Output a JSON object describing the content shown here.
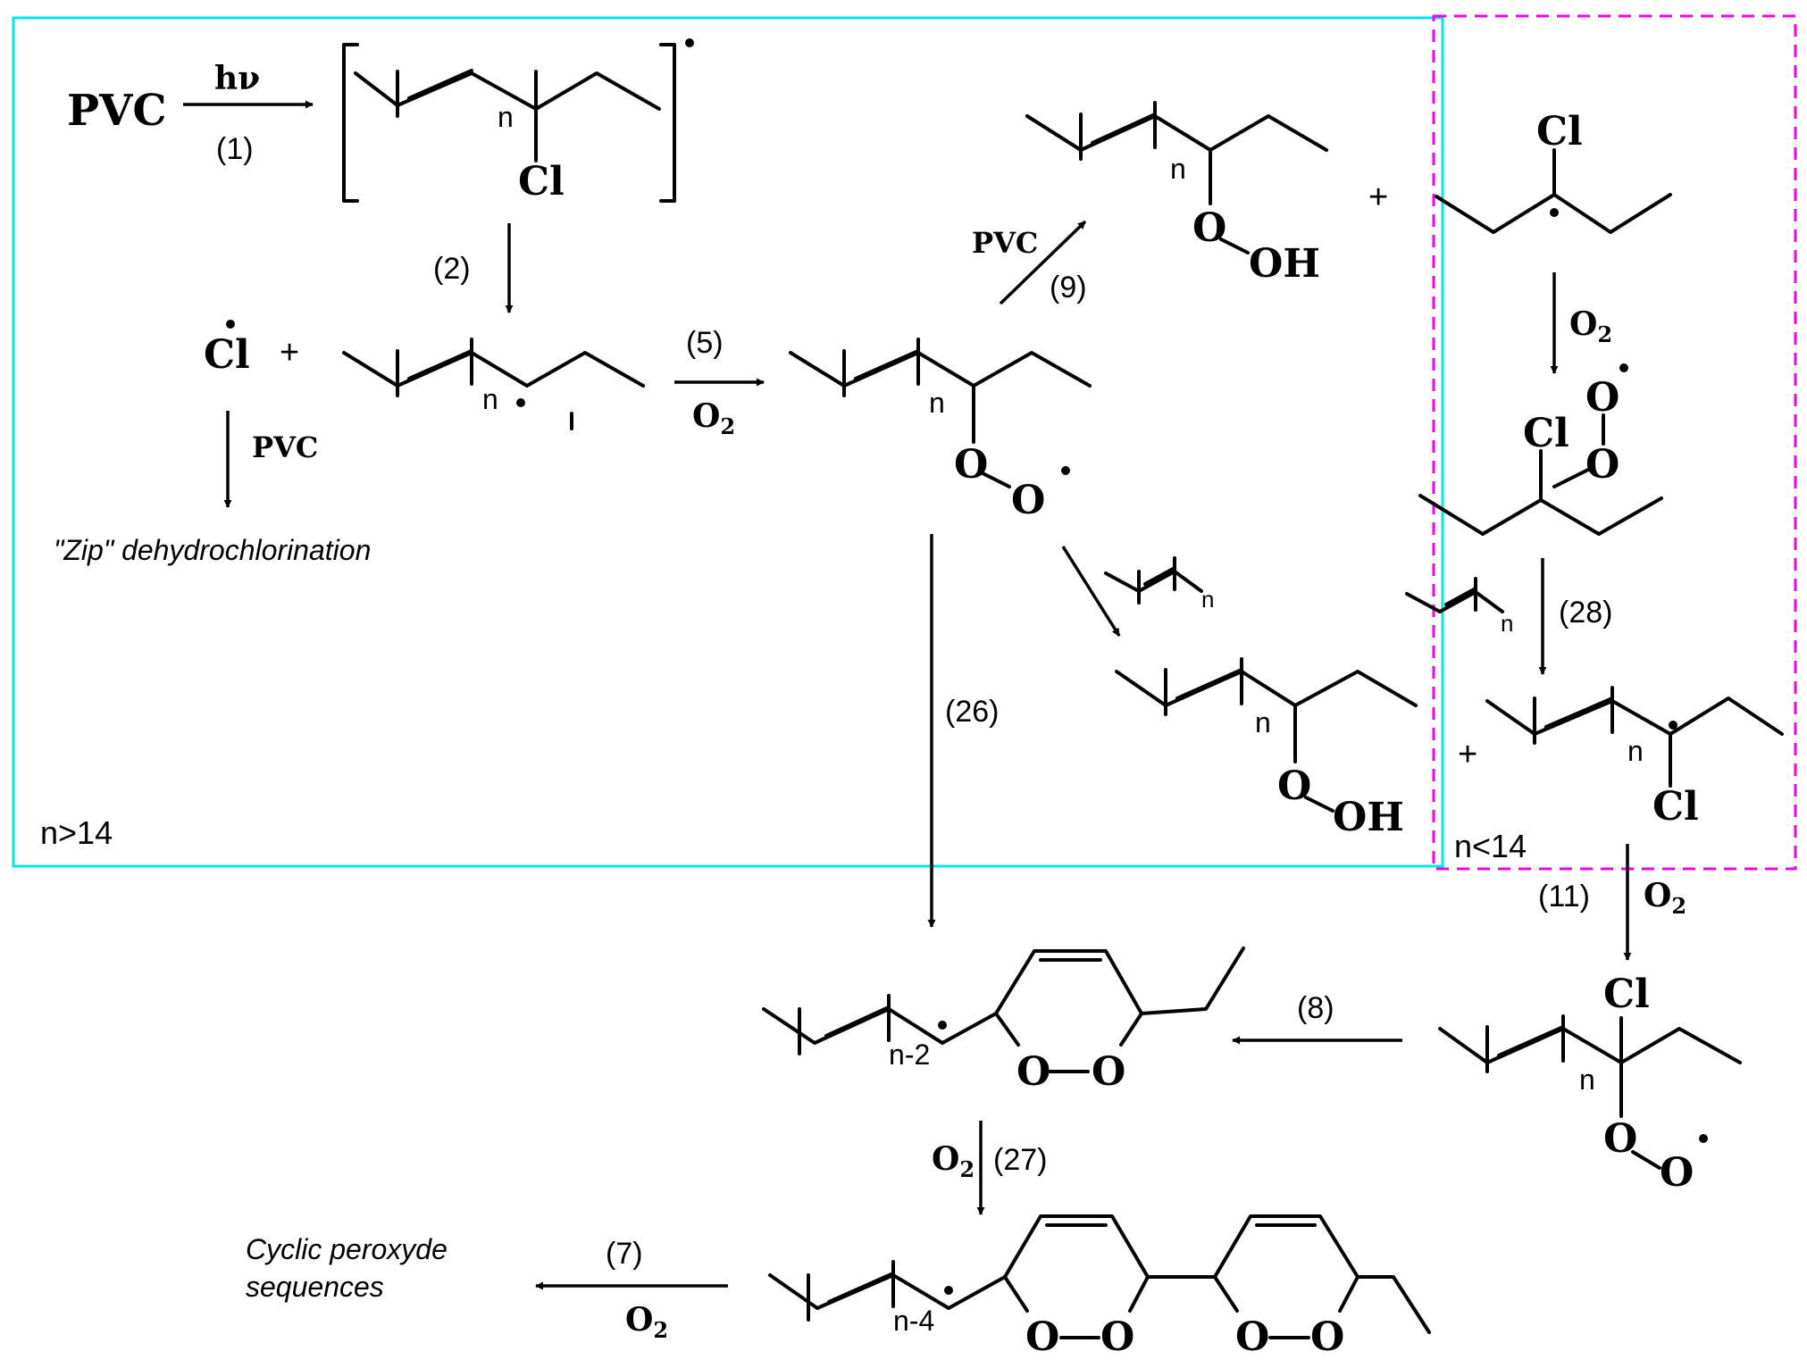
{
  "colors": {
    "region_high": "#00e5ee",
    "region_low": "#ee00ee",
    "ink": "#000000"
  },
  "regions": {
    "high_label": "n>14",
    "low_label": "n<14"
  },
  "species": {
    "pvc": "PVC",
    "cl": "Cl",
    "oh": "OH",
    "o": "O",
    "n": "n",
    "n_minus_2": "n-2",
    "n_minus_4": "n-4",
    "plus": "+",
    "zip": "\"Zip\" dehydrochlorination",
    "cyclic_1": "Cyclic peroxyde",
    "cyclic_2": "sequences"
  },
  "reagents": {
    "hv": "hν",
    "o2": "O",
    "o2_sub": "2",
    "pvc": "PVC"
  },
  "steps": {
    "s1": "(1)",
    "s2": "(2)",
    "s5": "(5)",
    "s7": "(7)",
    "s8": "(8)",
    "s9": "(9)",
    "s11": "(11)",
    "s26": "(26)",
    "s27": "(27)",
    "s28": "(28)"
  }
}
